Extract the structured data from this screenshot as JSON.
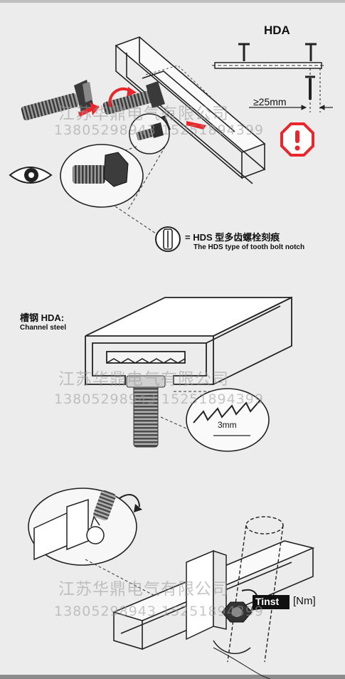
{
  "section1": {
    "hda_title": "HDA",
    "dimension": "≥25mm",
    "notch_label_cn": "= HDS 型多齿螺栓刻痕",
    "notch_label_en": "The HDS type of tooth bolt notch"
  },
  "section2": {
    "title_cn": "槽钢 HDA:",
    "title_en": "Channel steel",
    "tooth_dimension": "3mm"
  },
  "section3": {
    "torque_badge": "Tinst",
    "torque_unit": "[Nm]"
  },
  "watermark": {
    "company": "江苏华鼎电气有限公司",
    "phones": "13805298943  15251894399"
  },
  "colors": {
    "background": "#ececec",
    "accent_red": "#e8262b",
    "line": "#222222",
    "frame_top": "#bfbfbf",
    "frame_bottom": "#8c8c8c"
  }
}
